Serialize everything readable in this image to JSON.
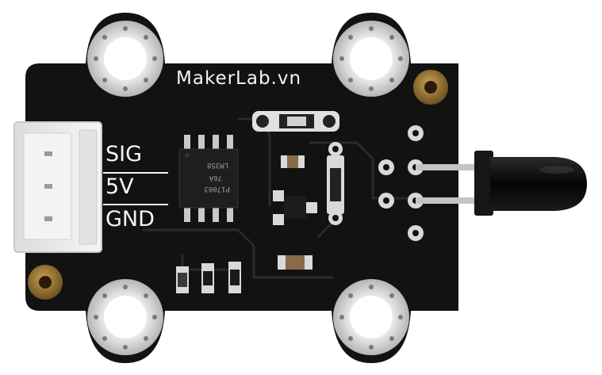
{
  "board": {
    "brand": "MakerLab.vn",
    "pins": [
      "SIG",
      "5V",
      "GND"
    ],
    "ic_lines": [
      "P17003",
      "76A",
      "LM358"
    ]
  },
  "colors": {
    "pcb": "#111111",
    "silkscreen": "#f4f4f4",
    "pad": "#d9d9d9",
    "connector": "#ececec",
    "sensor": "#0a0a0a",
    "lead": "#c0c0c0",
    "copper": "#8a6a2e"
  },
  "icons": {
    "mount_hole": "plated-mounting-hole",
    "connector": "3-pin-jst-connector",
    "sensor": "ir-flame-sensor-led"
  }
}
